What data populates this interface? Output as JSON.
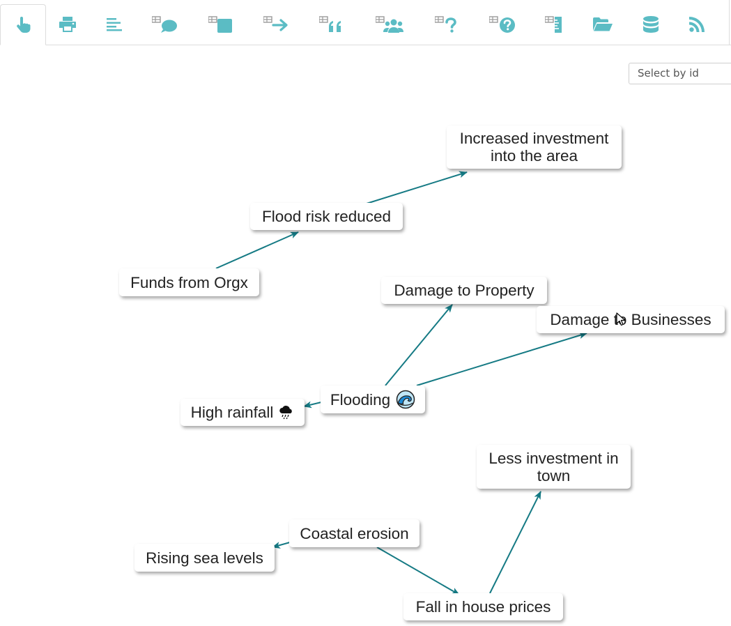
{
  "toolbar": {
    "tabs": [
      {
        "name": "hand-pointer-icon",
        "active": true
      },
      {
        "name": "print-icon"
      },
      {
        "name": "align-left-icon"
      },
      {
        "name": "table-comment-icon"
      },
      {
        "name": "table-square-icon"
      },
      {
        "name": "table-arrow-right-icon"
      },
      {
        "name": "table-quote-icon"
      },
      {
        "name": "table-users-icon"
      },
      {
        "name": "table-question-icon"
      },
      {
        "name": "table-question-circle-icon"
      },
      {
        "name": "table-ruler-icon"
      },
      {
        "name": "folder-open-icon"
      },
      {
        "name": "database-icon"
      },
      {
        "name": "rss-icon"
      }
    ],
    "accent_color": "#5bbcc4"
  },
  "select": {
    "placeholder": "Select by id"
  },
  "map": {
    "edge_color": "#157a84",
    "nodes": [
      {
        "id": "n1",
        "label": "Increased investment\ninto the area"
      },
      {
        "id": "n2",
        "label": "Flood risk reduced"
      },
      {
        "id": "n3",
        "label": "Funds from Orgx"
      },
      {
        "id": "n4",
        "label": "Damage to Property"
      },
      {
        "id": "n5",
        "label": "Damage to Businesses"
      },
      {
        "id": "n6",
        "label": "Flooding",
        "icon": "wave-emoji-icon"
      },
      {
        "id": "n7",
        "label": "High rainfall",
        "icon": "rain-cloud-emoji-icon"
      },
      {
        "id": "n8",
        "label": "Less investment in\ntown"
      },
      {
        "id": "n9",
        "label": "Coastal erosion"
      },
      {
        "id": "n10",
        "label": "Rising sea levels"
      },
      {
        "id": "n11",
        "label": "Fall in house prices"
      }
    ],
    "edges": [
      {
        "from": "n3",
        "to": "n2"
      },
      {
        "from": "n2",
        "to": "n1"
      },
      {
        "from": "n6",
        "to": "n4"
      },
      {
        "from": "n6",
        "to": "n5"
      },
      {
        "from": "n6",
        "to": "n7"
      },
      {
        "from": "n9",
        "to": "n10"
      },
      {
        "from": "n9",
        "to": "n11"
      },
      {
        "from": "n11",
        "to": "n8"
      }
    ]
  }
}
